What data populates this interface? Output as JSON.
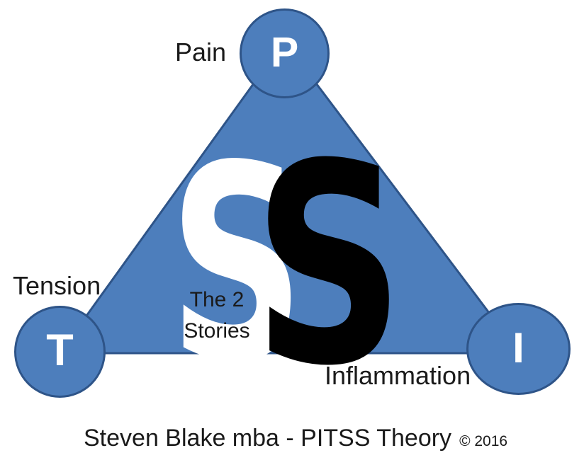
{
  "diagram": {
    "center": {
      "big_letter_white": "S",
      "big_letter_black": "S",
      "label_line1": "The 2",
      "label_line2": "Stories"
    },
    "nodes": [
      {
        "id": "pain",
        "letter": "P",
        "label": "Pain"
      },
      {
        "id": "tension",
        "letter": "T",
        "label": "Tension"
      },
      {
        "id": "inflammation",
        "letter": "I",
        "label": "Inflammation"
      }
    ],
    "caption": {
      "main": "Steven Blake mba - PITSS Theory",
      "copyright": "© 2016"
    },
    "colors": {
      "shape_fill": "#4d7ebc",
      "shape_border": "#2e5488",
      "node_letter": "#ffffff",
      "s_white": "#ffffff",
      "s_black": "#000000",
      "text": "#1a1a1a"
    }
  }
}
